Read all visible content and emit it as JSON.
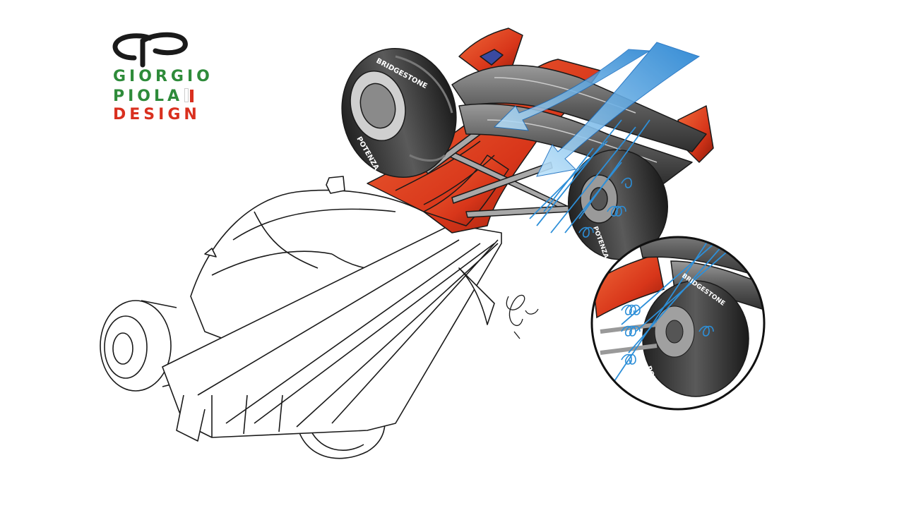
{
  "logo": {
    "line1": "GIORGIO",
    "line2": "PIOLA",
    "line3": "DESIGN",
    "colors": {
      "green": "#2e8b3a",
      "red": "#d9301f",
      "black": "#1a1a1a"
    }
  },
  "signature": "Giorgio Piola",
  "colors": {
    "car_red": "#d8361a",
    "car_dark_red": "#9a1c0c",
    "tyre": "#333333",
    "airflow_blue": "#2d8fd8",
    "airflow_light": "#9fd1f5",
    "line": "#1a1a1a"
  },
  "tyre_text": {
    "brand": "BRIDGESTONE",
    "model": "POTENZA"
  }
}
